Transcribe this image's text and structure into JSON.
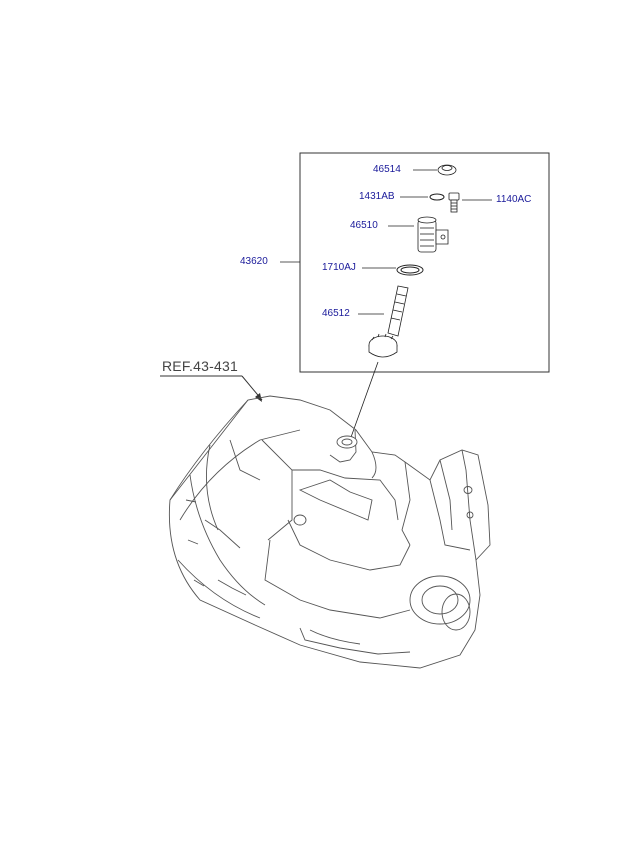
{
  "diagram": {
    "ref_label": "REF.43-431",
    "assembly_label": "43620",
    "parts": {
      "p46514": "46514",
      "p1431AB": "1431AB",
      "p1140AC": "1140AC",
      "p46510": "46510",
      "p1710AJ": "1710AJ",
      "p46512": "46512"
    },
    "colors": {
      "label": "#1a1a9a",
      "line": "#222222",
      "ref": "#444444"
    }
  }
}
